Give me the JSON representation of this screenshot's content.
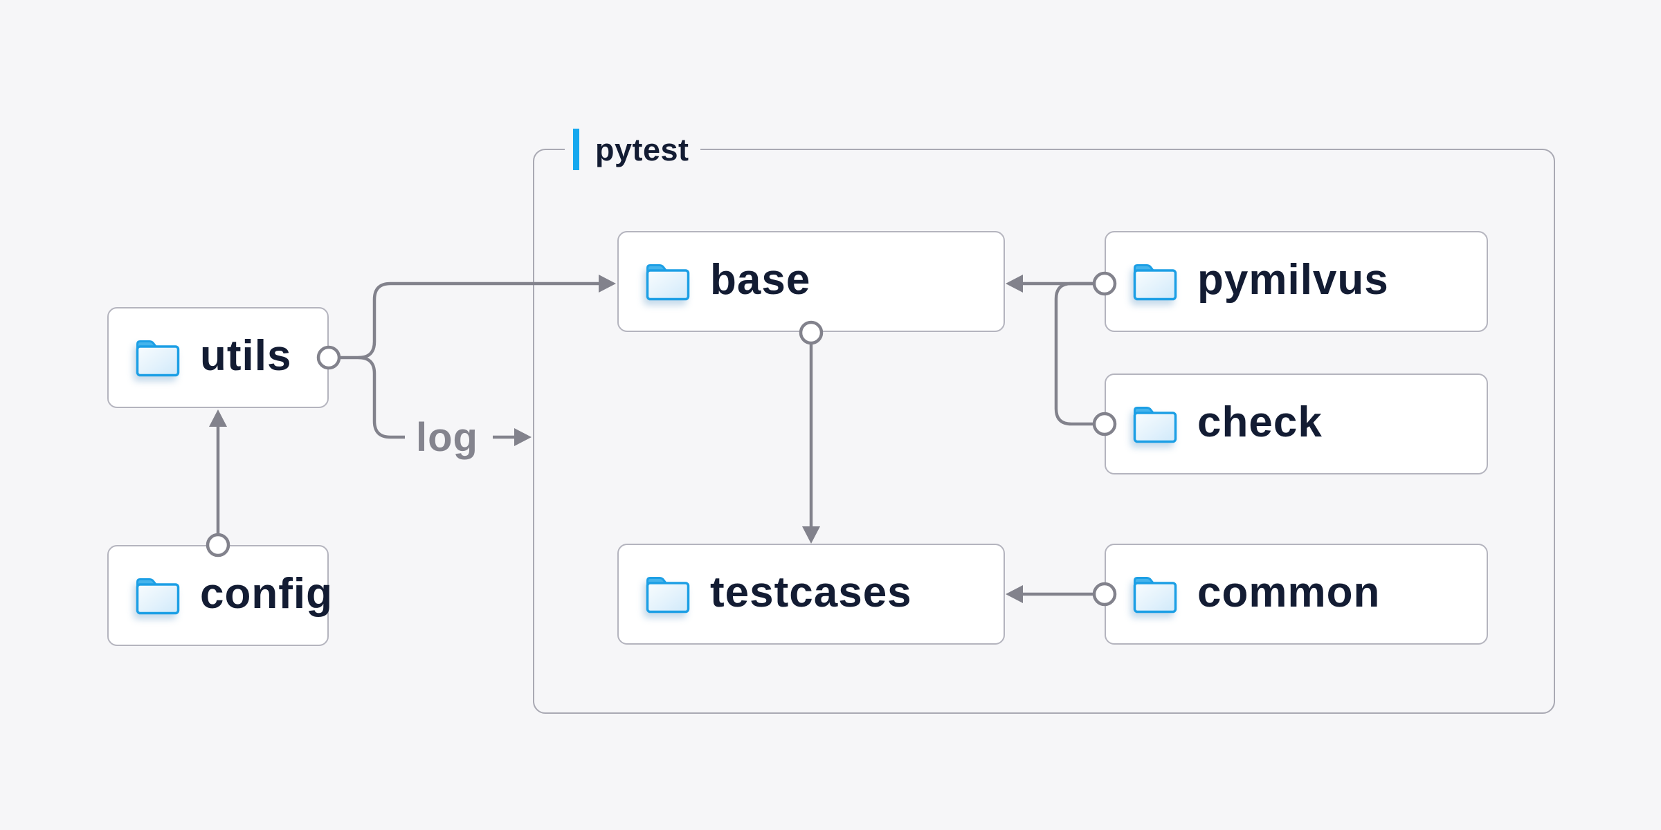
{
  "diagram": {
    "container": {
      "label": "pytest"
    },
    "nodes": [
      {
        "id": "utils",
        "label": "utils",
        "icon": "folder-icon",
        "group": null
      },
      {
        "id": "config",
        "label": "config",
        "icon": "folder-icon",
        "group": null
      },
      {
        "id": "base",
        "label": "base",
        "icon": "folder-icon",
        "group": "pytest"
      },
      {
        "id": "pymilvus",
        "label": "pymilvus",
        "icon": "folder-icon",
        "group": "pytest"
      },
      {
        "id": "check",
        "label": "check",
        "icon": "folder-icon",
        "group": "pytest"
      },
      {
        "id": "testcases",
        "label": "testcases",
        "icon": "folder-icon",
        "group": "pytest"
      },
      {
        "id": "common",
        "label": "common",
        "icon": "folder-icon",
        "group": "pytest"
      }
    ],
    "edges": [
      {
        "from": "config",
        "to": "utils",
        "label": ""
      },
      {
        "from": "utils",
        "to": "base",
        "label": ""
      },
      {
        "from": "utils",
        "to": "pytest",
        "label": "log"
      },
      {
        "from": "pymilvus",
        "to": "base",
        "label": ""
      },
      {
        "from": "check",
        "to": "base",
        "label": ""
      },
      {
        "from": "base",
        "to": "testcases",
        "label": ""
      },
      {
        "from": "common",
        "to": "testcases",
        "label": ""
      }
    ],
    "edge_label": "log",
    "colors": {
      "background": "#f6f6f8",
      "node_background": "#ffffff",
      "node_border": "#b4b4be",
      "container_border": "#a9a9b3",
      "connector_gray": "#82828c",
      "accent_blue": "#15a8ef",
      "folder_blue": "#1c9fe5",
      "folder_tab_blue": "#45b4ec",
      "label_navy": "#131c33",
      "edge_label_gray": "#84848e"
    }
  }
}
